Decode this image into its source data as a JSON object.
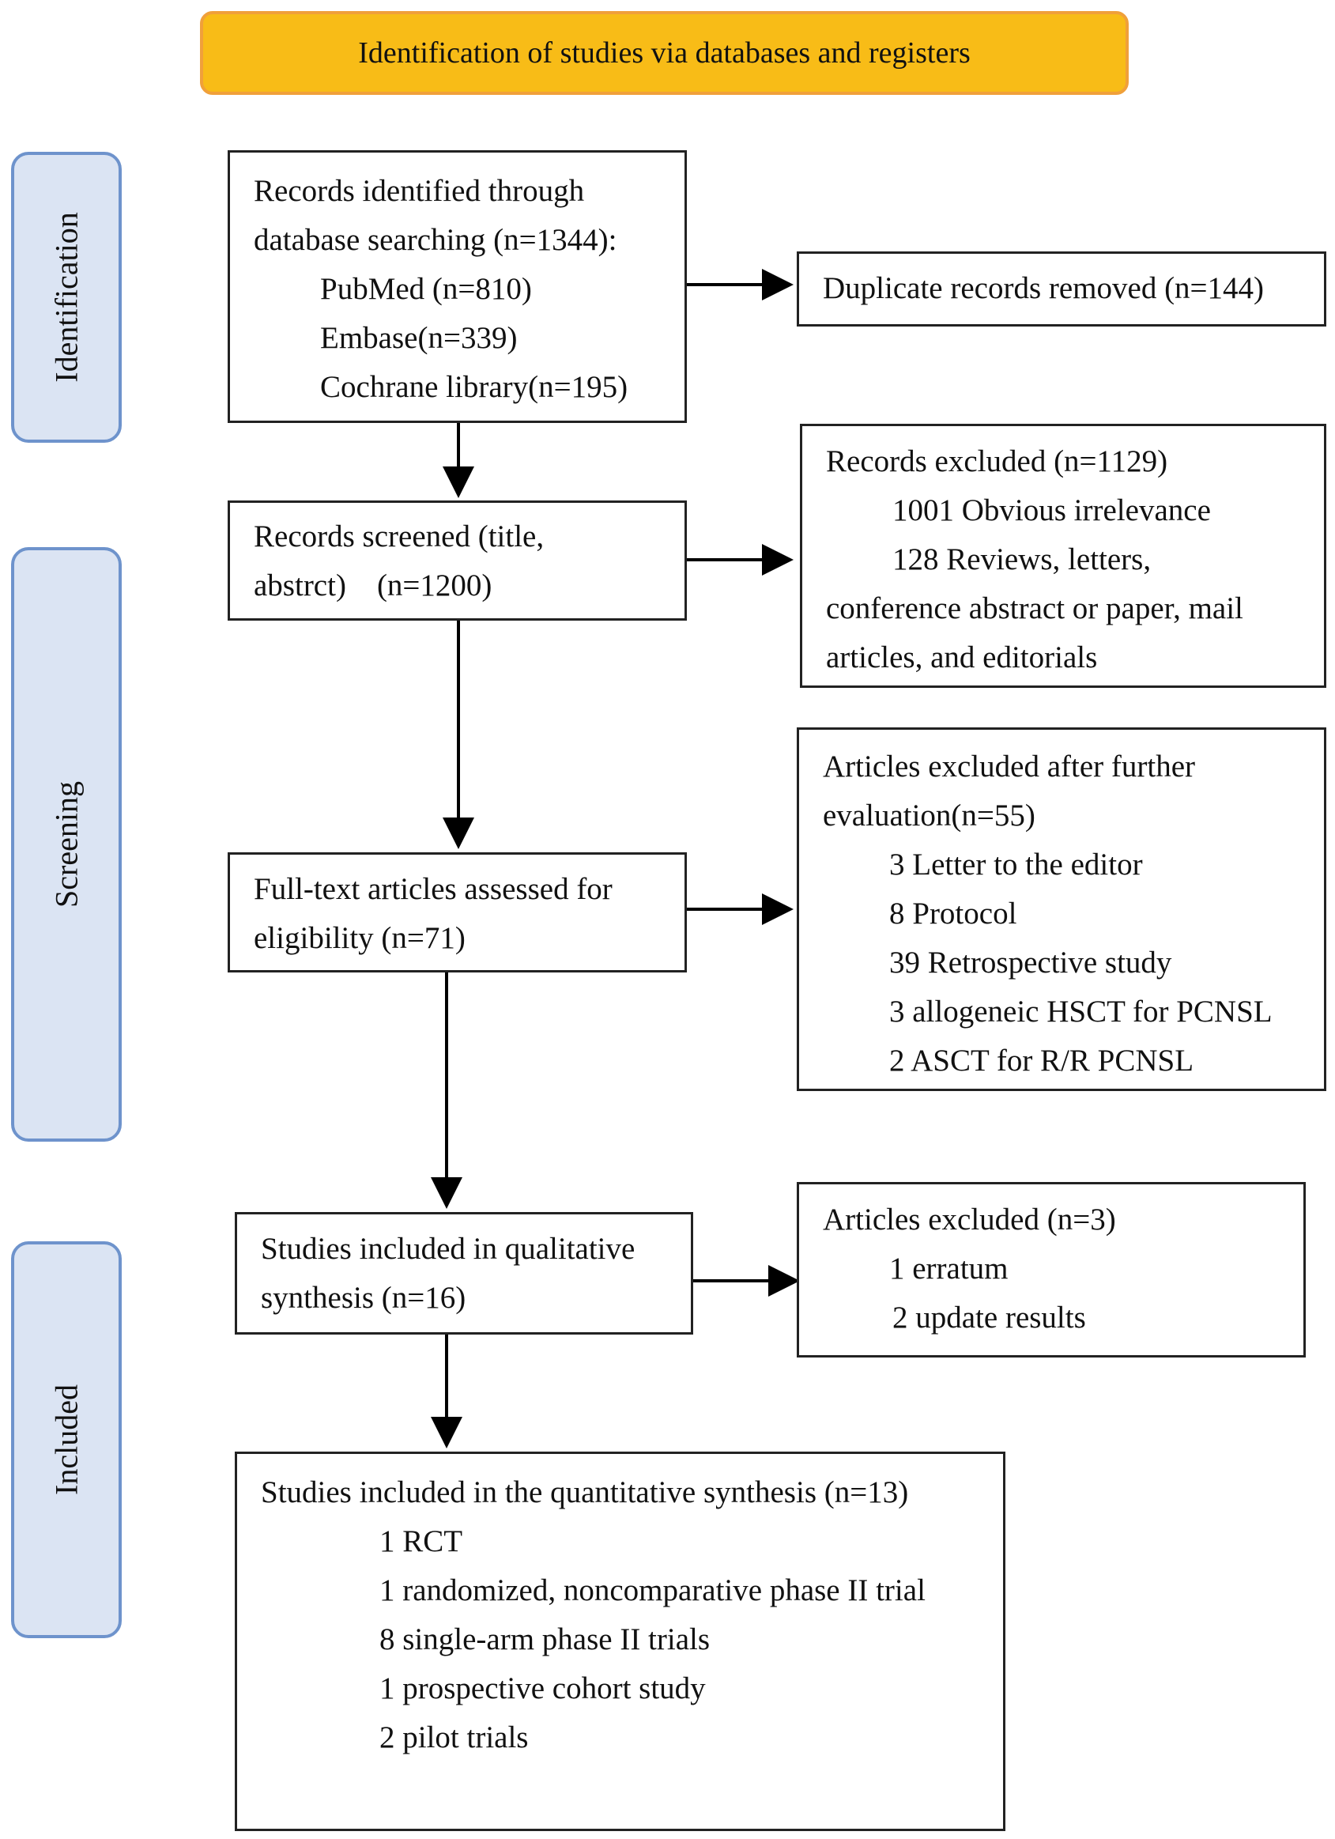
{
  "banner": "Identification of studies via databases and registers",
  "phases": {
    "identification": "Identification",
    "screening": "Screening",
    "included": "Included"
  },
  "records_identified": {
    "lines": [
      "Records identified through",
      "database searching (n=1344):"
    ],
    "sources": [
      "PubMed (n=810)",
      "Embase(n=339)",
      "Cochrane library(n=195)"
    ]
  },
  "duplicates_removed": "Duplicate records removed (n=144)",
  "records_screened": {
    "lines": [
      "Records screened (title,",
      "abstrct)    (n=1200)"
    ]
  },
  "records_excluded": {
    "title": "Records excluded (n=1129)",
    "items": [
      "1001 Obvious irrelevance",
      "128 Reviews, letters,"
    ],
    "continuation": [
      "conference abstract or paper, mail",
      "articles, and editorials"
    ]
  },
  "fulltext_assessed": {
    "lines": [
      "Full-text articles assessed for",
      "eligibility (n=71)"
    ]
  },
  "articles_excluded_further": {
    "lines": [
      "Articles excluded after further",
      "evaluation(n=55)"
    ],
    "items": [
      "3 Letter to the editor",
      "8 Protocol",
      "39 Retrospective study",
      "3 allogeneic HSCT for PCNSL",
      "2 ASCT for R/R PCNSL"
    ]
  },
  "qualitative": {
    "lines": [
      "Studies included in qualitative",
      "synthesis (n=16)"
    ]
  },
  "articles_excluded_3": {
    "title": "Articles excluded (n=3)",
    "items": [
      "1 erratum",
      "2 update results"
    ]
  },
  "quantitative": {
    "title": "Studies included in the quantitative synthesis (n=13)",
    "items": [
      "1 RCT",
      "1 randomized, noncomparative phase II trial",
      "8 single-arm phase II trials",
      "1 prospective cohort study",
      "2 pilot trials"
    ]
  }
}
